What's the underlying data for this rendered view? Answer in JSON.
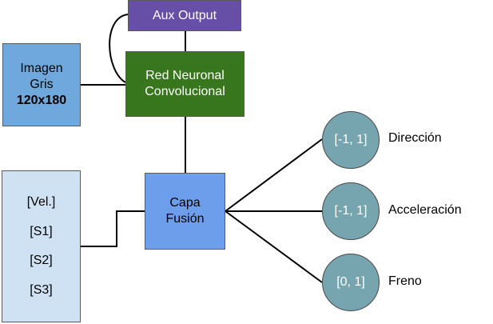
{
  "colors": {
    "aux": "#674ea7",
    "cnn": "#38761d",
    "gray_image": "#6fa8dc",
    "fusion": "#6d9eeb",
    "sensors": "#cfe2f3",
    "output_circle": "#76a5af",
    "wire": "#000000"
  },
  "nodes": {
    "aux_output": {
      "label": "Aux Output"
    },
    "cnn": {
      "line1": "Red Neuronal",
      "line2": "Convolucional"
    },
    "gray_image": {
      "line1": "Imagen",
      "line2": "Gris",
      "line3": "120x180"
    },
    "fusion": {
      "line1": "Capa",
      "line2": "Fusión"
    },
    "sensors": [
      "[Vel.]",
      "[S1]",
      "[S2]",
      "[S3]"
    ]
  },
  "outputs": [
    {
      "range": "[-1, 1]",
      "label": "Dirección"
    },
    {
      "range": "[-1, 1]",
      "label": "Acceleración"
    },
    {
      "range": "[0, 1]",
      "label": "Freno"
    }
  ]
}
